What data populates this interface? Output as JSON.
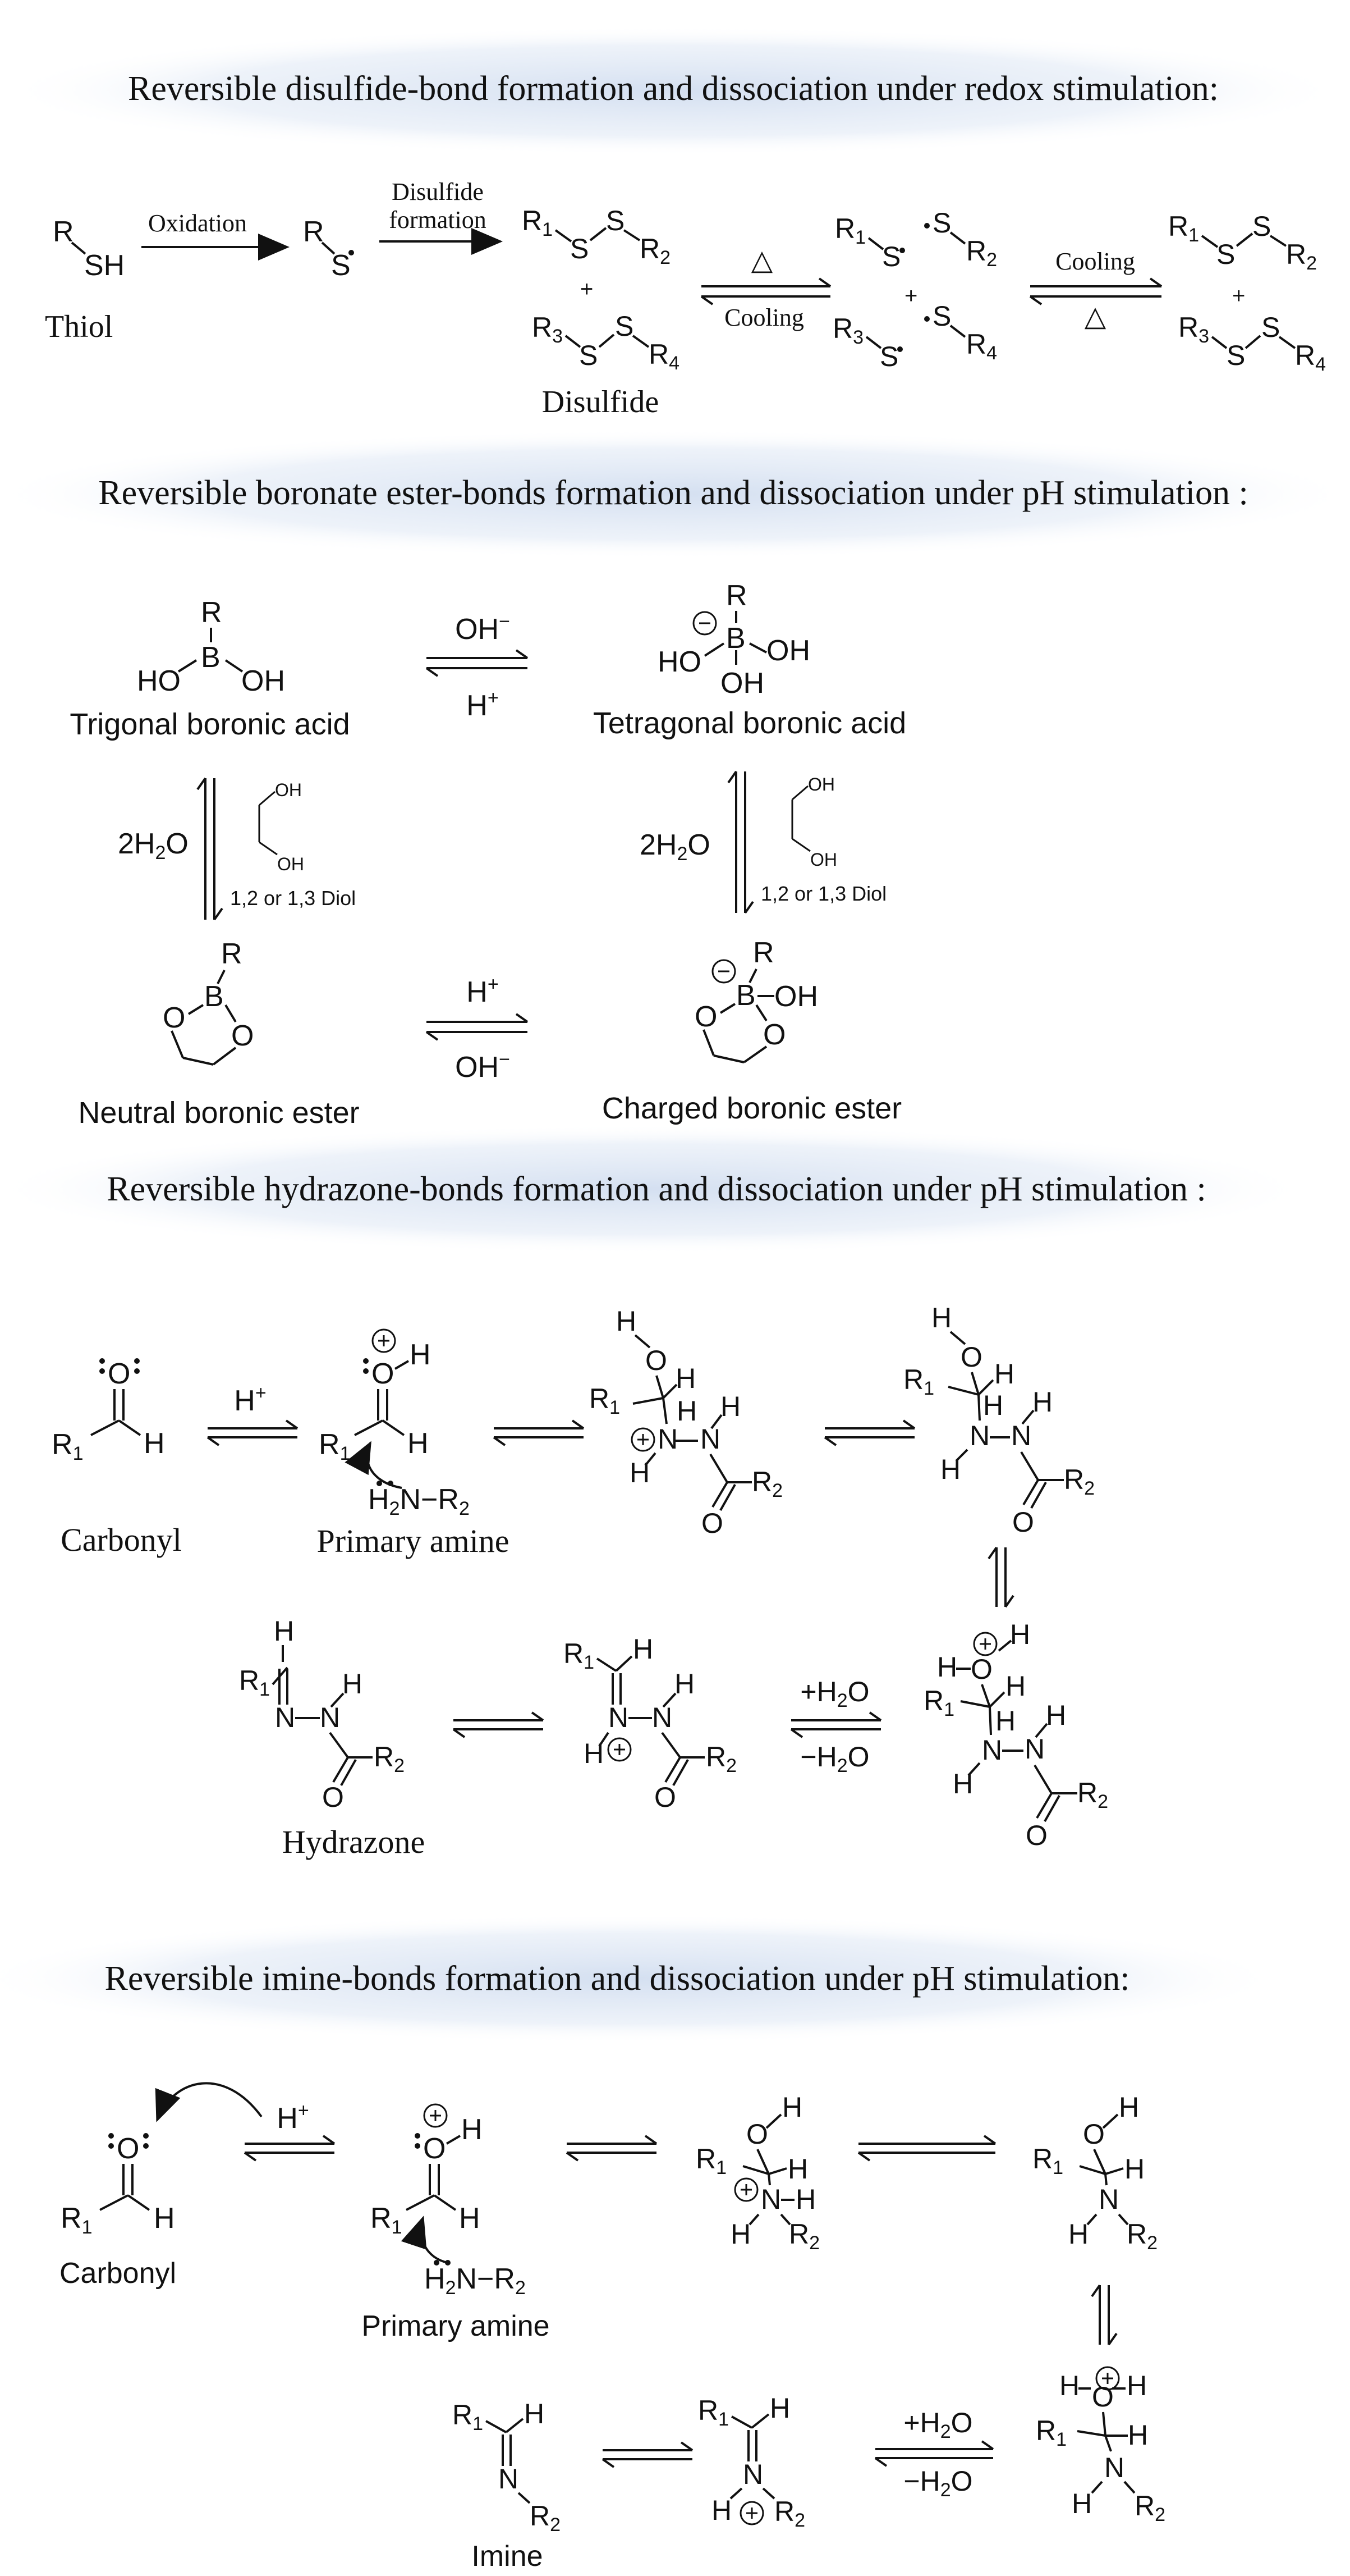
{
  "colors": {
    "band_glow": "#dbe5f3",
    "ink": "#111111"
  },
  "sections": [
    {
      "title": "Reversible disulfide-bond formation and dissociation under redox stimulation:",
      "labels": {
        "thiol": "Thiol",
        "disulfide": "Disulfide",
        "oxidation": "Oxidation",
        "disulfide_formation_1": "Disulfide",
        "disulfide_formation_2": "formation",
        "cooling": "Cooling",
        "heat": "△"
      }
    },
    {
      "title": "Reversible boronate ester-bonds formation and dissociation under pH stimulation :",
      "labels": {
        "trigonal": "Trigonal boronic acid",
        "tetragonal": "Tetragonal boronic acid",
        "neutral_ester": "Neutral boronic ester",
        "charged_ester": "Charged boronic ester",
        "diol": "1,2 or 1,3 Diol"
      }
    },
    {
      "title": "Reversible hydrazone-bonds formation and dissociation under pH stimulation :",
      "labels": {
        "carbonyl": "Carbonyl",
        "primary_amine": "Primary amine",
        "hydrazone": "Hydrazone"
      }
    },
    {
      "title": "Reversible imine-bonds formation and dissociation under pH stimulation:",
      "labels": {
        "carbonyl": "Carbonyl",
        "primary_amine": "Primary amine",
        "imine": "Imine"
      }
    }
  ]
}
